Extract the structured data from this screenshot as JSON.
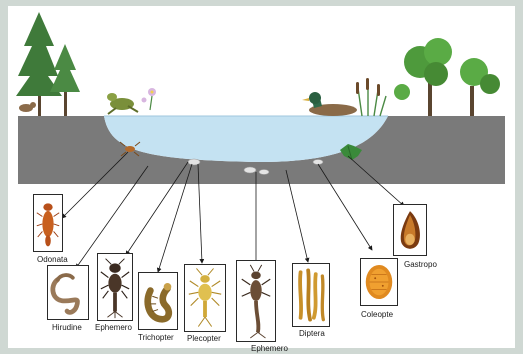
{
  "colors": {
    "water": "#c4e2f2",
    "ground": "#7a7a7a",
    "sky": "#ffffff",
    "frame": "#cfd8d3",
    "line": "#1a1a1a"
  },
  "organisms": [
    {
      "id": "odonata",
      "label": "Odonata",
      "icon": "dragonfly-larva-icon"
    },
    {
      "id": "hirudine",
      "label": "Hirudine",
      "icon": "leech-icon"
    },
    {
      "id": "ephemero-1",
      "label": "Ephemero",
      "icon": "mayfly-nymph-icon"
    },
    {
      "id": "trichopter",
      "label": "Trichopter",
      "icon": "caddisfly-larva-icon"
    },
    {
      "id": "plecopter",
      "label": "Plecopter",
      "icon": "stonefly-nymph-icon"
    },
    {
      "id": "ephemero-2",
      "label": "Ephemero",
      "icon": "mayfly-larva-icon"
    },
    {
      "id": "diptera",
      "label": "Diptera",
      "icon": "fly-larvae-icon"
    },
    {
      "id": "coleopte",
      "label": "Coleopte",
      "icon": "beetle-larva-icon"
    },
    {
      "id": "gastropo",
      "label": "Gastropo",
      "icon": "snail-shell-icon"
    }
  ]
}
